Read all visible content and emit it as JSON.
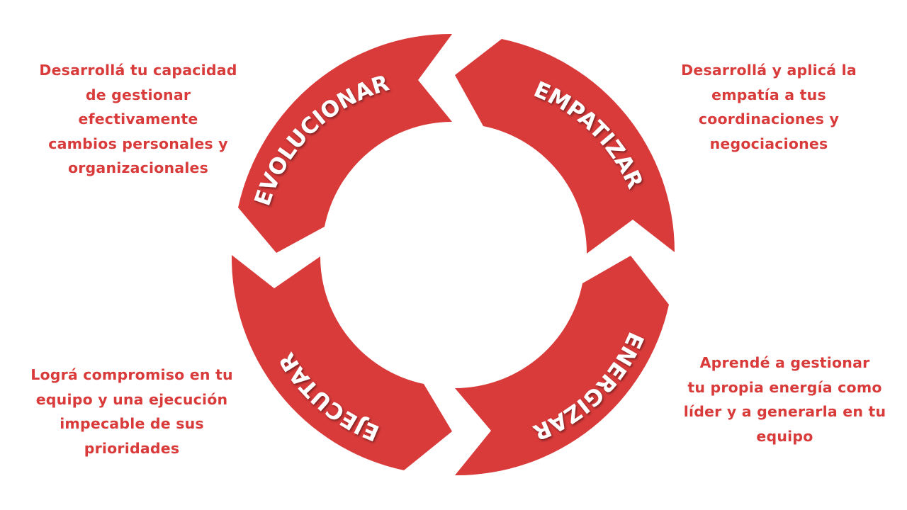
{
  "colors": {
    "accent": "#d93a3a",
    "label_text": "#ffffff",
    "background": "#ffffff"
  },
  "stages": [
    {
      "key": "evolucionar",
      "label": "EVOLUCIONAR"
    },
    {
      "key": "empatizar",
      "label": "EMPATIZAR"
    },
    {
      "key": "energizar",
      "label": "ENERGIZAR"
    },
    {
      "key": "ejecutar",
      "label": "EJECUTAR"
    }
  ],
  "descriptions": {
    "evolucionar": "Desarrollá tu capacidad\nde gestionar\nefectivamente\ncambios personales y\norganizacionales",
    "empatizar": "Desarrollá y aplicá la\nempatía a tus\ncoordinaciones y\nnegociaciones",
    "energizar": "Aprendé a gestionar\ntu propia energía como\nlíder y a generarla en tu\nequipo",
    "ejecutar": "Lográ compromiso en tu\nequipo y una ejecución\nimpecable de sus\nprioridades"
  }
}
